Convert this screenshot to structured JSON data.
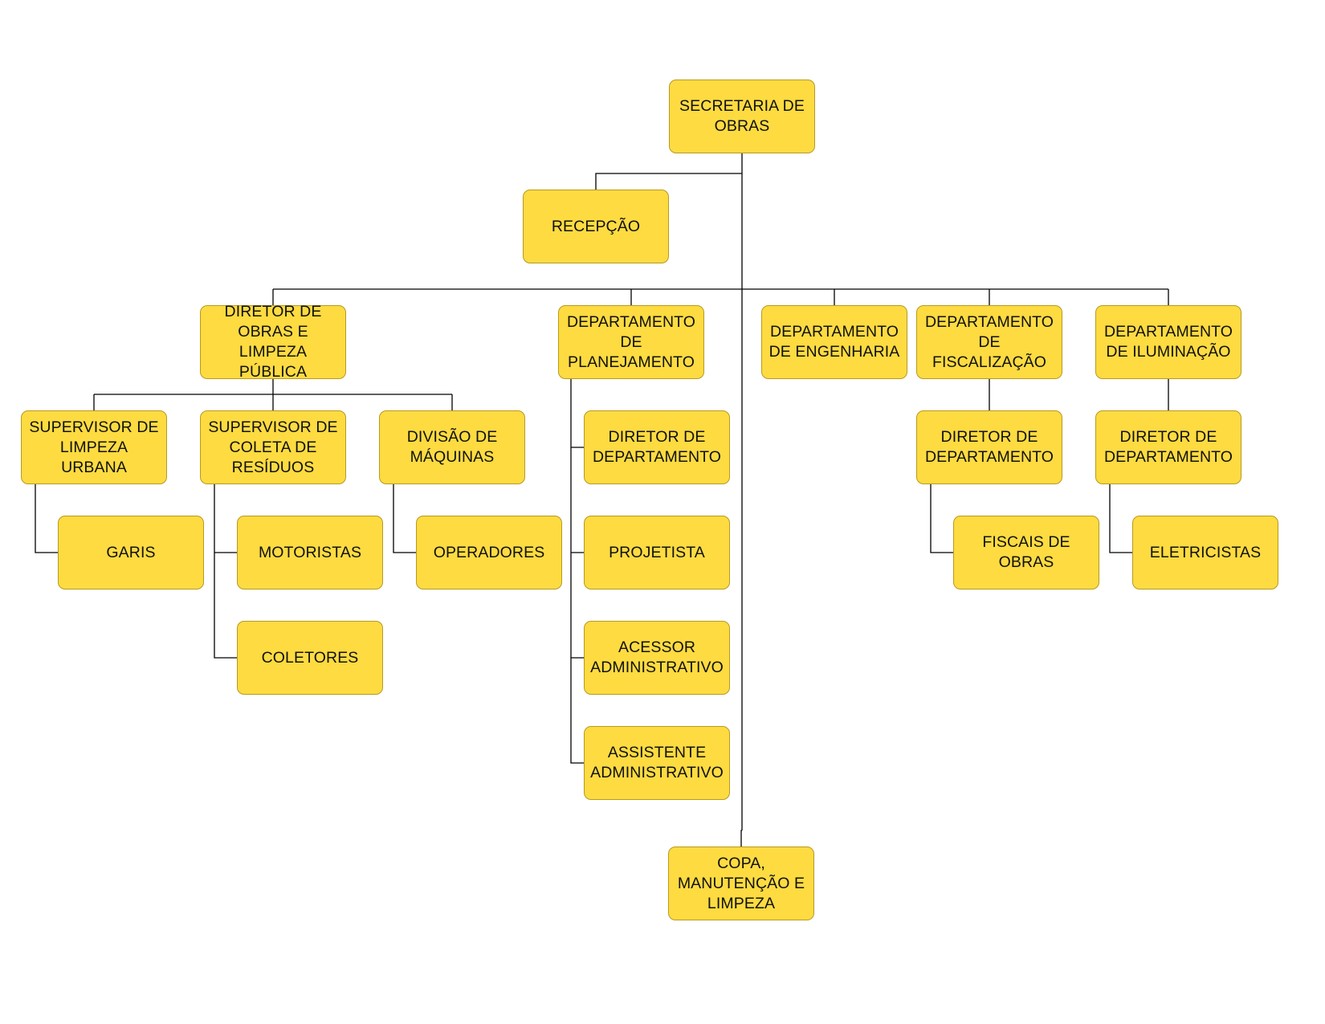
{
  "org_chart": {
    "line_color": "#000000",
    "box_color": "#FDDB41",
    "box_border_color": "#b89a20",
    "nodes": {
      "secretaria": "SECRETARIA DE\nOBRAS",
      "recepcao": "RECEPÇÃO",
      "diretor_obras": "DIRETOR DE\nOBRAS E LIMPEZA\nPÚBLICA",
      "dep_planejamento": "DEPARTAMENTO\nDE\nPLANEJAMENTO",
      "dep_engenharia": "DEPARTAMENTO\nDE ENGENHARIA",
      "dep_fiscalizacao": "DEPARTAMENTO\nDE FISCALIZAÇÃO",
      "dep_iluminacao": "DEPARTAMENTO\nDE ILUMINAÇÃO",
      "sup_limpeza": "SUPERVISOR DE\nLIMPEZA URBANA",
      "sup_coleta": "SUPERVISOR DE\nCOLETA DE\nRESÍDUOS",
      "div_maquinas": "DIVISÃO DE\nMÁQUINAS",
      "garis": "GARIS",
      "motoristas": "MOTORISTAS",
      "coletores": "COLETORES",
      "operadores": "OPERADORES",
      "plan_diretor": "DIRETOR DE\nDEPARTAMENTO",
      "projetista": "PROJETISTA",
      "acessor": "ACESSOR\nADMINISTRATIVO",
      "assistente": "ASSISTENTE\nADMINISTRATIVO",
      "fisc_diretor": "DIRETOR DE\nDEPARTAMENTO",
      "fiscais": "FISCAIS DE OBRAS",
      "ilum_diretor": "DIRETOR DE\nDEPARTAMENTO",
      "eletricistas": "ELETRICISTAS",
      "copa": "COPA,\nMANUTENÇÃO E\nLIMPEZA"
    }
  }
}
